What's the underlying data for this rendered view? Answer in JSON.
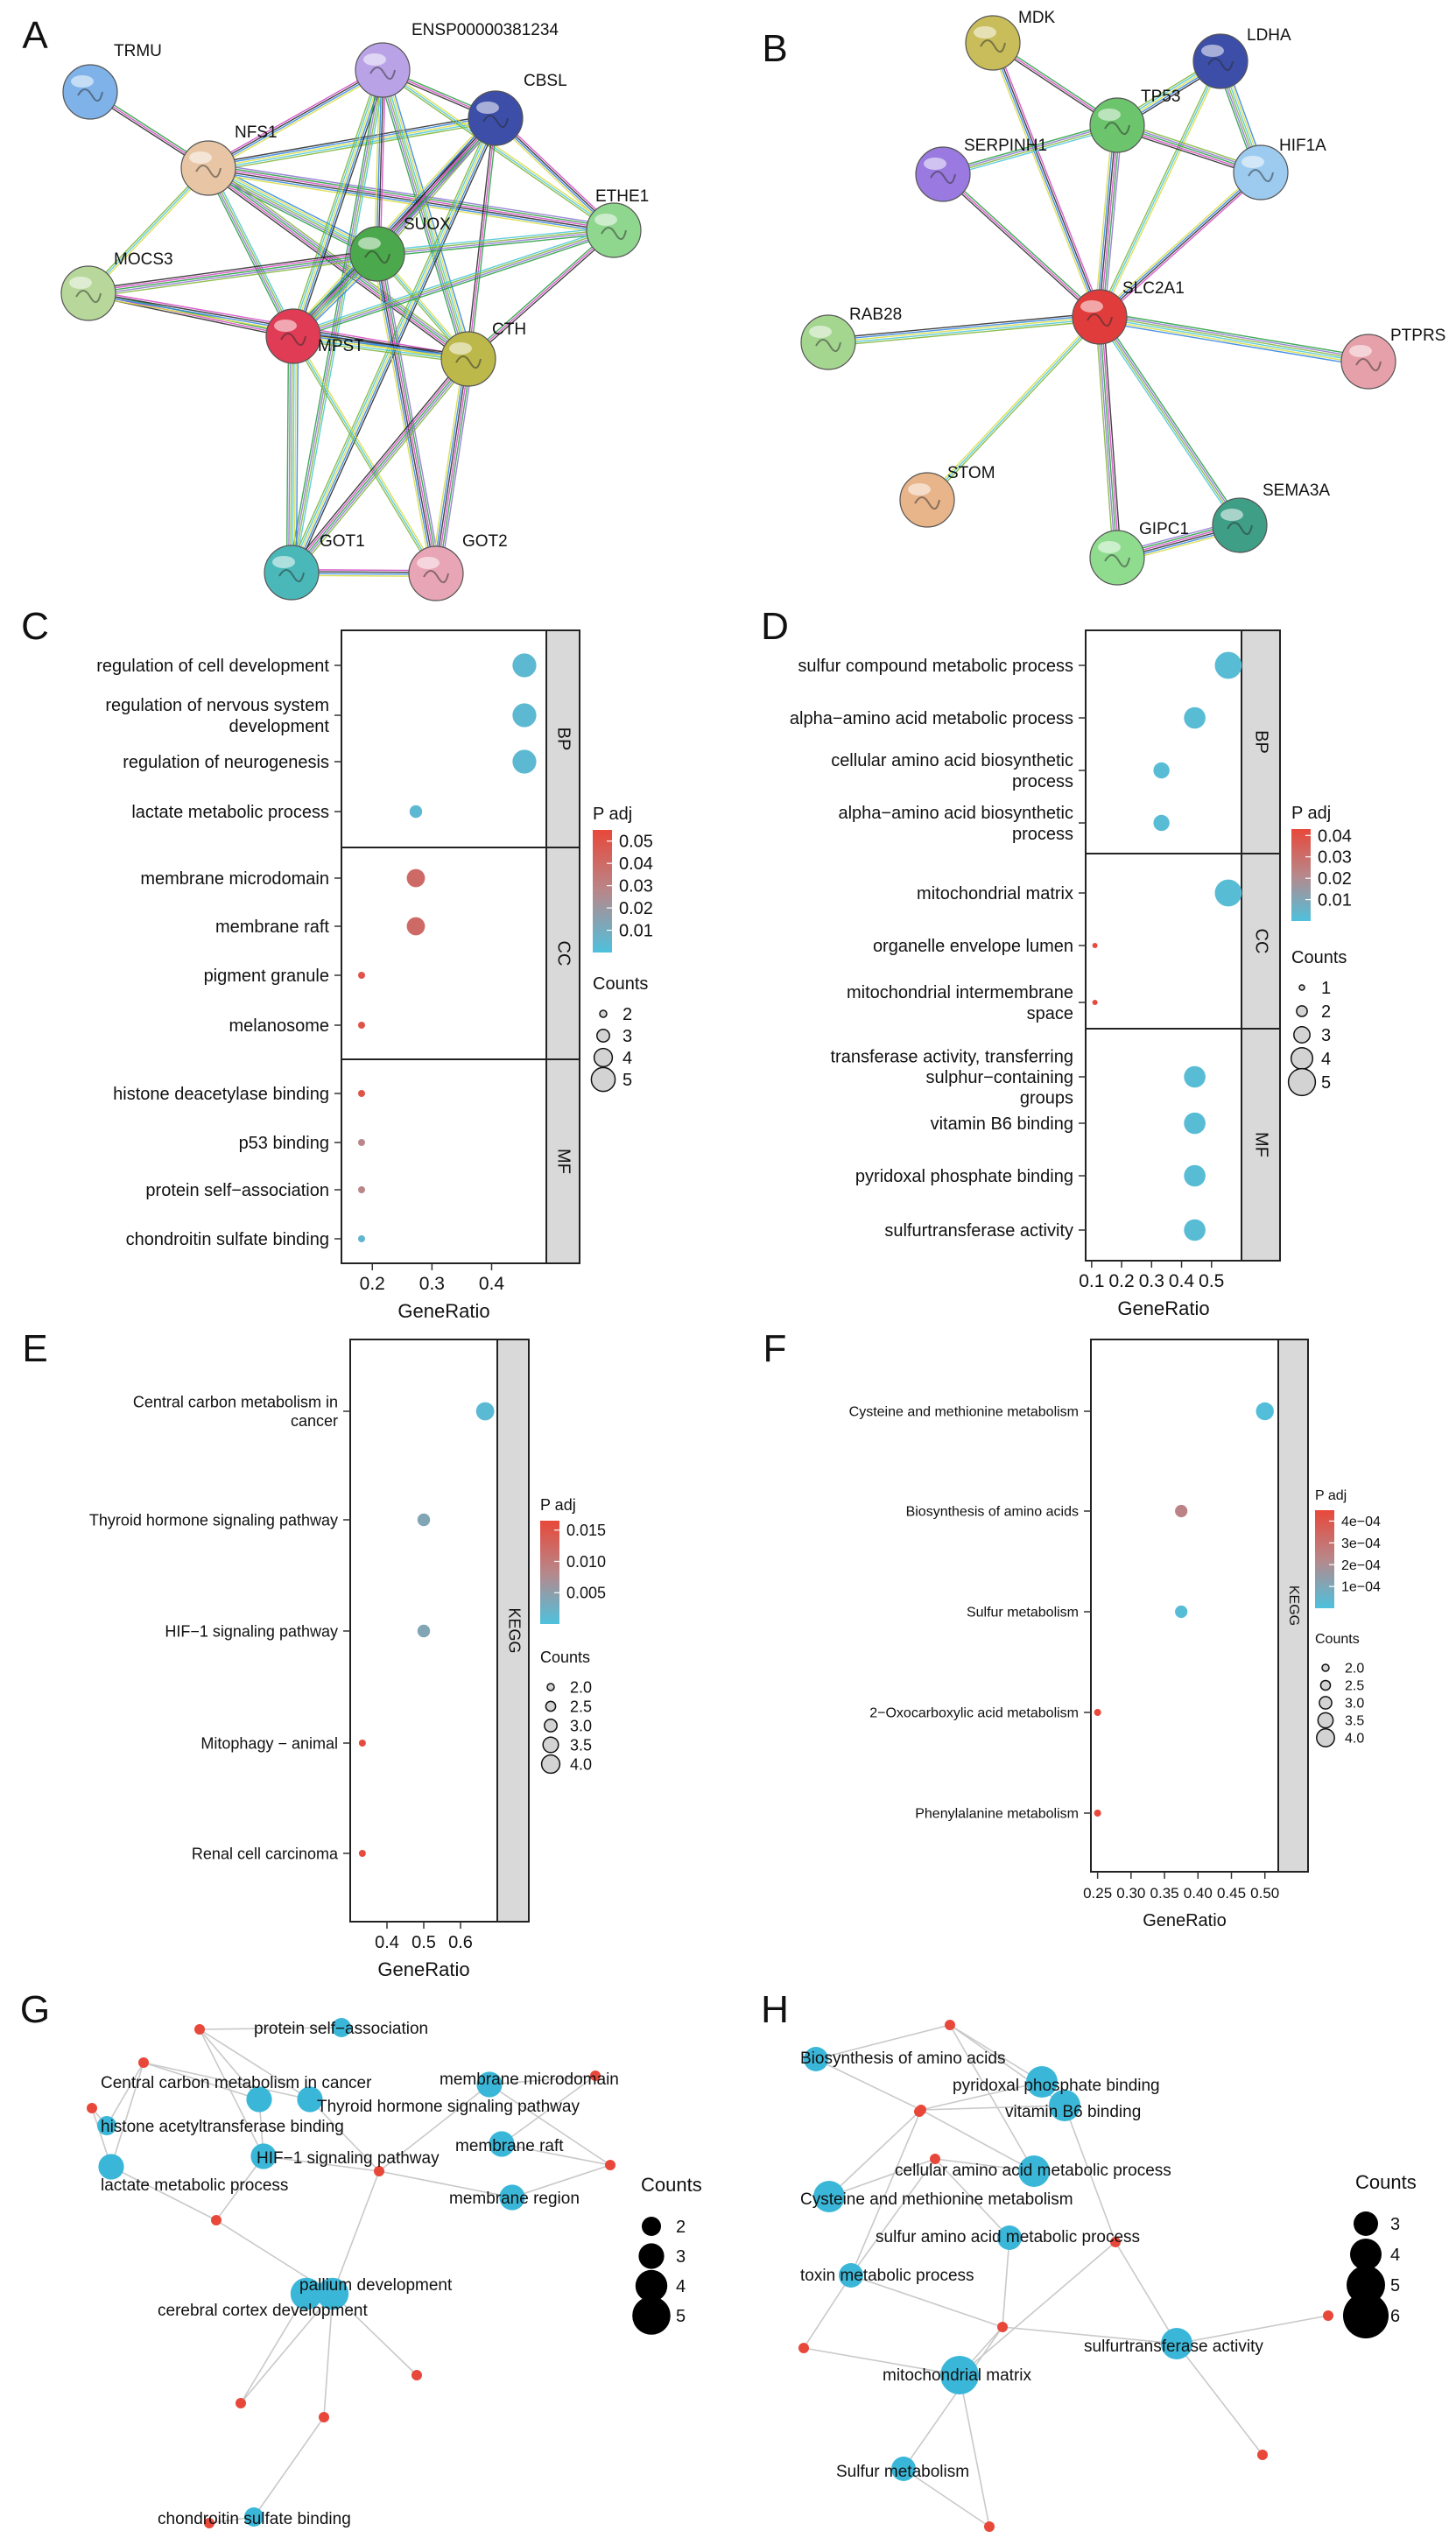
{
  "panel_letters": [
    "A",
    "B",
    "C",
    "D",
    "E",
    "F",
    "G",
    "H"
  ],
  "colors": {
    "padj_high": "#e8483a",
    "padj_low": "#4ec1dd",
    "facet_strip": "#d9d9d9",
    "network_node": "#3ab7d8",
    "gene_node": "#e8483a",
    "edge": "#c9c9c9"
  },
  "chart_data": [
    {
      "panel": "A",
      "type": "network",
      "nodes": [
        {
          "id": "TRMU",
          "label": "TRMU",
          "color": "#7fb2e8"
        },
        {
          "id": "ENSP00000381234",
          "label": "ENSP00000381234",
          "color": "#b9a3e6"
        },
        {
          "id": "NFS1",
          "label": "NFS1",
          "color": "#e8c6a5"
        },
        {
          "id": "CBSL",
          "label": "CBSL",
          "color": "#3c4ea8"
        },
        {
          "id": "SUOX",
          "label": "SUOX",
          "color": "#4ca84c"
        },
        {
          "id": "ETHE1",
          "label": "ETHE1",
          "color": "#8fd68f"
        },
        {
          "id": "MOCS3",
          "label": "MOCS3",
          "color": "#b7d89a"
        },
        {
          "id": "MPST",
          "label": "MPST",
          "color": "#e03c55"
        },
        {
          "id": "CTH",
          "label": "CTH",
          "color": "#bcb84a"
        },
        {
          "id": "GOT1",
          "label": "GOT1",
          "color": "#4ab8b8"
        },
        {
          "id": "GOT2",
          "label": "GOT2",
          "color": "#e8a5b5"
        }
      ],
      "edges": [
        [
          "TRMU",
          "NFS1"
        ],
        [
          "NFS1",
          "ENSP00000381234"
        ],
        [
          "NFS1",
          "CBSL"
        ],
        [
          "NFS1",
          "SUOX"
        ],
        [
          "NFS1",
          "MOCS3"
        ],
        [
          "NFS1",
          "MPST"
        ],
        [
          "NFS1",
          "CTH"
        ],
        [
          "NFS1",
          "ETHE1"
        ],
        [
          "ENSP00000381234",
          "CBSL"
        ],
        [
          "ENSP00000381234",
          "SUOX"
        ],
        [
          "ENSP00000381234",
          "MPST"
        ],
        [
          "ENSP00000381234",
          "CTH"
        ],
        [
          "ENSP00000381234",
          "ETHE1"
        ],
        [
          "ENSP00000381234",
          "GOT1"
        ],
        [
          "CBSL",
          "SUOX"
        ],
        [
          "CBSL",
          "MPST"
        ],
        [
          "CBSL",
          "CTH"
        ],
        [
          "CBSL",
          "ETHE1"
        ],
        [
          "CBSL",
          "GOT1"
        ],
        [
          "SUOX",
          "MPST"
        ],
        [
          "SUOX",
          "CTH"
        ],
        [
          "SUOX",
          "ETHE1"
        ],
        [
          "SUOX",
          "MOCS3"
        ],
        [
          "SUOX",
          "GOT2"
        ],
        [
          "MOCS3",
          "MPST"
        ],
        [
          "MOCS3",
          "CTH"
        ],
        [
          "MPST",
          "CTH"
        ],
        [
          "MPST",
          "GOT1"
        ],
        [
          "MPST",
          "GOT2"
        ],
        [
          "MPST",
          "ETHE1"
        ],
        [
          "CTH",
          "GOT1"
        ],
        [
          "CTH",
          "GOT2"
        ],
        [
          "CTH",
          "ETHE1"
        ],
        [
          "GOT1",
          "GOT2"
        ]
      ]
    },
    {
      "panel": "B",
      "type": "network",
      "nodes": [
        {
          "id": "MDK",
          "label": "MDK",
          "color": "#c8bd5a"
        },
        {
          "id": "LDHA",
          "label": "LDHA",
          "color": "#3c4ea8"
        },
        {
          "id": "TP53",
          "label": "TP53",
          "color": "#6cc46c"
        },
        {
          "id": "SERPINH1",
          "label": "SERPINH1",
          "color": "#9a7ae0"
        },
        {
          "id": "HIF1A",
          "label": "HIF1A",
          "color": "#9ccbef"
        },
        {
          "id": "SLC2A1",
          "label": "SLC2A1",
          "color": "#e03c3c"
        },
        {
          "id": "RAB28",
          "label": "RAB28",
          "color": "#a5d690"
        },
        {
          "id": "PTPRS",
          "label": "PTPRS",
          "color": "#e6a0aa"
        },
        {
          "id": "STOM",
          "label": "STOM",
          "color": "#e8b48a"
        },
        {
          "id": "SEMA3A",
          "label": "SEMA3A",
          "color": "#3e9e86"
        },
        {
          "id": "GIPC1",
          "label": "GIPC1",
          "color": "#8fdc8f"
        }
      ],
      "edges": [
        [
          "MDK",
          "TP53"
        ],
        [
          "MDK",
          "SLC2A1"
        ],
        [
          "LDHA",
          "TP53"
        ],
        [
          "LDHA",
          "HIF1A"
        ],
        [
          "LDHA",
          "SLC2A1"
        ],
        [
          "TP53",
          "SERPINH1"
        ],
        [
          "TP53",
          "HIF1A"
        ],
        [
          "TP53",
          "SLC2A1"
        ],
        [
          "SERPINH1",
          "SLC2A1"
        ],
        [
          "HIF1A",
          "SLC2A1"
        ],
        [
          "RAB28",
          "SLC2A1"
        ],
        [
          "PTPRS",
          "SLC2A1"
        ],
        [
          "STOM",
          "SLC2A1"
        ],
        [
          "SEMA3A",
          "SLC2A1"
        ],
        [
          "GIPC1",
          "SLC2A1"
        ],
        [
          "GIPC1",
          "SEMA3A"
        ]
      ]
    },
    {
      "panel": "C",
      "type": "scatter",
      "xlabel": "GeneRatio",
      "xlim": [
        0.16,
        0.48
      ],
      "xticks": [
        "0.2",
        "0.3",
        "0.4"
      ],
      "color_legend": {
        "title": "P adj",
        "ticks": [
          "0.05",
          "0.04",
          "0.03",
          "0.02",
          "0.01"
        ],
        "range": [
          0.0,
          0.055
        ]
      },
      "size_legend": {
        "title": "Counts",
        "values": [
          "2",
          "3",
          "4",
          "5"
        ]
      },
      "facets": [
        {
          "name": "BP",
          "terms": [
            {
              "label": [
                "regulation of cell development"
              ],
              "x": 0.455,
              "count": 5,
              "padj": 0.004
            },
            {
              "label": [
                "regulation of nervous system",
                "development"
              ],
              "x": 0.455,
              "count": 5,
              "padj": 0.004
            },
            {
              "label": [
                "regulation of neurogenesis"
              ],
              "x": 0.455,
              "count": 5,
              "padj": 0.004
            },
            {
              "label": [
                "lactate metabolic process"
              ],
              "x": 0.273,
              "count": 3,
              "padj": 0.004
            }
          ]
        },
        {
          "name": "CC",
          "terms": [
            {
              "label": [
                "membrane microdomain"
              ],
              "x": 0.273,
              "count": 4,
              "padj": 0.04
            },
            {
              "label": [
                "membrane raft"
              ],
              "x": 0.273,
              "count": 4,
              "padj": 0.04
            },
            {
              "label": [
                "pigment granule"
              ],
              "x": 0.182,
              "count": 2,
              "padj": 0.05
            },
            {
              "label": [
                "melanosome"
              ],
              "x": 0.182,
              "count": 2,
              "padj": 0.05
            }
          ]
        },
        {
          "name": "MF",
          "terms": [
            {
              "label": [
                "histone deacetylase binding"
              ],
              "x": 0.182,
              "count": 2,
              "padj": 0.05
            },
            {
              "label": [
                "p53 binding"
              ],
              "x": 0.182,
              "count": 2,
              "padj": 0.028
            },
            {
              "label": [
                "protein self−association"
              ],
              "x": 0.182,
              "count": 2,
              "padj": 0.028
            },
            {
              "label": [
                "chondroitin sulfate binding"
              ],
              "x": 0.182,
              "count": 2,
              "padj": 0.005
            }
          ]
        }
      ]
    },
    {
      "panel": "D",
      "type": "scatter",
      "xlabel": "GeneRatio",
      "xlim": [
        0.08,
        0.6
      ],
      "xticks": [
        "0.1",
        "0.2",
        "0.3",
        "0.4",
        "0.5"
      ],
      "color_legend": {
        "title": "P adj",
        "ticks": [
          "0.04",
          "0.03",
          "0.02",
          "0.01"
        ],
        "range": [
          0.0,
          0.043
        ]
      },
      "size_legend": {
        "title": "Counts",
        "values": [
          "1",
          "2",
          "3",
          "4",
          "5"
        ]
      },
      "facets": [
        {
          "name": "BP",
          "terms": [
            {
              "label": [
                "sulfur compound metabolic process"
              ],
              "x": 0.556,
              "count": 5,
              "padj": 0.002
            },
            {
              "label": [
                "alpha−amino acid metabolic process"
              ],
              "x": 0.444,
              "count": 4,
              "padj": 0.002
            },
            {
              "label": [
                "cellular amino acid biosynthetic",
                "process"
              ],
              "x": 0.333,
              "count": 3,
              "padj": 0.002
            },
            {
              "label": [
                "alpha−amino acid biosynthetic",
                "process"
              ],
              "x": 0.333,
              "count": 3,
              "padj": 0.002
            }
          ]
        },
        {
          "name": "CC",
          "terms": [
            {
              "label": [
                "mitochondrial matrix"
              ],
              "x": 0.556,
              "count": 5,
              "padj": 0.002
            },
            {
              "label": [
                "organelle envelope lumen"
              ],
              "x": 0.111,
              "count": 1,
              "padj": 0.042
            },
            {
              "label": [
                "mitochondrial intermembrane",
                "space"
              ],
              "x": 0.111,
              "count": 1,
              "padj": 0.042
            }
          ]
        },
        {
          "name": "MF",
          "terms": [
            {
              "label": [
                "transferase activity, transferring",
                "sulphur−containing",
                "groups"
              ],
              "x": 0.444,
              "count": 4,
              "padj": 0.002
            },
            {
              "label": [
                "vitamin B6 binding"
              ],
              "x": 0.444,
              "count": 4,
              "padj": 0.002
            },
            {
              "label": [
                "pyridoxal phosphate binding"
              ],
              "x": 0.444,
              "count": 4,
              "padj": 0.002
            },
            {
              "label": [
                "sulfurtransferase activity"
              ],
              "x": 0.444,
              "count": 4,
              "padj": 0.002
            }
          ]
        }
      ]
    },
    {
      "panel": "E",
      "type": "scatter",
      "xlabel": "GeneRatio",
      "xlim": [
        0.3,
        0.7
      ],
      "xticks": [
        "0.4",
        "0.5",
        "0.6"
      ],
      "color_legend": {
        "title": "P adj",
        "ticks": [
          "0.015",
          "0.010",
          "0.005"
        ],
        "range": [
          0.0,
          0.0165
        ]
      },
      "size_legend": {
        "title": "Counts",
        "values": [
          "2.0",
          "2.5",
          "3.0",
          "3.5",
          "4.0"
        ]
      },
      "facets": [
        {
          "name": "KEGG",
          "terms": [
            {
              "label": [
                "Central carbon metabolism in",
                "cancer"
              ],
              "x": 0.667,
              "count": 4,
              "padj": 0.001
            },
            {
              "label": [
                "Thyroid hormone signaling pathway"
              ],
              "x": 0.5,
              "count": 3,
              "padj": 0.004
            },
            {
              "label": [
                "HIF−1 signaling pathway"
              ],
              "x": 0.5,
              "count": 3,
              "padj": 0.004
            },
            {
              "label": [
                "Mitophagy − animal"
              ],
              "x": 0.333,
              "count": 2,
              "padj": 0.016
            },
            {
              "label": [
                "Renal cell carcinoma"
              ],
              "x": 0.333,
              "count": 2,
              "padj": 0.016
            }
          ]
        }
      ]
    },
    {
      "panel": "F",
      "type": "scatter",
      "xlabel": "GeneRatio",
      "xlim": [
        0.24,
        0.52
      ],
      "xticks": [
        "0.25",
        "0.30",
        "0.35",
        "0.40",
        "0.45",
        "0.50"
      ],
      "color_legend": {
        "title": "P adj",
        "ticks": [
          "4e−04",
          "3e−04",
          "2e−04",
          "1e−04"
        ],
        "range": [
          0.0,
          0.00045
        ]
      },
      "size_legend": {
        "title": "Counts",
        "values": [
          "2.0",
          "2.5",
          "3.0",
          "3.5",
          "4.0"
        ]
      },
      "facets": [
        {
          "name": "KEGG",
          "terms": [
            {
              "label": [
                "Cysteine and methionine metabolism"
              ],
              "x": 0.5,
              "count": 4,
              "padj": 1e-05
            },
            {
              "label": [
                "Biosynthesis of amino acids"
              ],
              "x": 0.375,
              "count": 3,
              "padj": 0.00024
            },
            {
              "label": [
                "Sulfur metabolism"
              ],
              "x": 0.375,
              "count": 3,
              "padj": 2e-05
            },
            {
              "label": [
                "2−Oxocarboxylic acid metabolism"
              ],
              "x": 0.25,
              "count": 2,
              "padj": 0.00045
            },
            {
              "label": [
                "Phenylalanine metabolism"
              ],
              "x": 0.25,
              "count": 2,
              "padj": 0.00045
            }
          ]
        }
      ]
    },
    {
      "panel": "G",
      "type": "network",
      "size_legend": {
        "title": "Counts",
        "values": [
          "2",
          "3",
          "4",
          "5"
        ]
      },
      "terms": [
        {
          "id": "g1",
          "label": "protein self−association",
          "count": 2
        },
        {
          "id": "g2",
          "label": "Central carbon metabolism in cancer",
          "count": 3
        },
        {
          "id": "g3",
          "label": "membrane microdomain",
          "count": 3
        },
        {
          "id": "g4",
          "label": "Thyroid hormone signaling pathway",
          "count": 3
        },
        {
          "id": "g5",
          "label": "histone acetyltransferase binding",
          "count": 2
        },
        {
          "id": "g6",
          "label": "HIF−1 signaling pathway",
          "count": 3
        },
        {
          "id": "g7",
          "label": "membrane raft",
          "count": 3
        },
        {
          "id": "g8",
          "label": "lactate metabolic process",
          "count": 3
        },
        {
          "id": "g9",
          "label": "membrane region",
          "count": 3
        },
        {
          "id": "g10",
          "label": "pallium development",
          "count": 4
        },
        {
          "id": "g11",
          "label": "cerebral cortex development",
          "count": 4
        },
        {
          "id": "g12",
          "label": "chondroitin sulfate binding",
          "count": 2
        }
      ],
      "genes": 11
    },
    {
      "panel": "H",
      "type": "network",
      "size_legend": {
        "title": "Counts",
        "values": [
          "3",
          "4",
          "5",
          "6"
        ]
      },
      "terms": [
        {
          "id": "h1",
          "label": "Biosynthesis of amino acids",
          "count": 3
        },
        {
          "id": "h2",
          "label": "pyridoxal phosphate binding",
          "count": 4
        },
        {
          "id": "h3",
          "label": "vitamin B6 binding",
          "count": 4
        },
        {
          "id": "h4",
          "label": "cellular amino acid metabolic process",
          "count": 4
        },
        {
          "id": "h5",
          "label": "Cysteine and methionine metabolism",
          "count": 4
        },
        {
          "id": "h6",
          "label": "sulfur amino acid metabolic process",
          "count": 3
        },
        {
          "id": "h7",
          "label": "toxin metabolic process",
          "count": 3
        },
        {
          "id": "h8",
          "label": "sulfurtransferase activity",
          "count": 4
        },
        {
          "id": "h9",
          "label": "mitochondrial matrix",
          "count": 5
        },
        {
          "id": "h10",
          "label": "Sulfur metabolism",
          "count": 3
        }
      ],
      "genes": 11
    }
  ]
}
